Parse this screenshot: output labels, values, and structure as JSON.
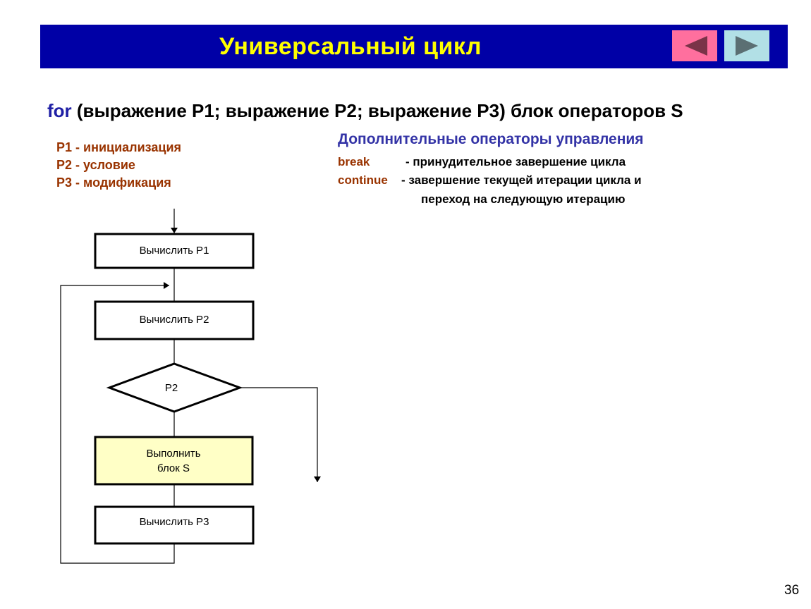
{
  "slide": {
    "title": "Универсальный  цикл",
    "page_number": "36"
  },
  "nav": {
    "prev_icon": "triangle-left-icon",
    "next_icon": "triangle-right-icon",
    "prev_color": "#ff6f9e",
    "next_color": "#b2e0e6"
  },
  "syntax": {
    "keyword": "for",
    "rest": " (выражение P1; выражение P2; выражение P3) блок операторов S"
  },
  "params": [
    "P1  - инициализация",
    "P2 - условие",
    "P3 - модификация"
  ],
  "extra": {
    "title": "Дополнительные операторы управления",
    "break_kw": "break",
    "break_desc": "- принудительное завершение цикла",
    "continue_kw": "continue",
    "continue_desc": "- завершение текущей итерации цикла и",
    "continue_desc2": "переход на следующую итерацию"
  },
  "flowchart": {
    "box1": "Вычислить P1",
    "box2": "Вычислить P2",
    "decision": "P2",
    "box3_line1": "Выполнить",
    "box3_line2": "блок S",
    "box4": "Вычислить P3",
    "action_fill": "#ffffc6"
  }
}
